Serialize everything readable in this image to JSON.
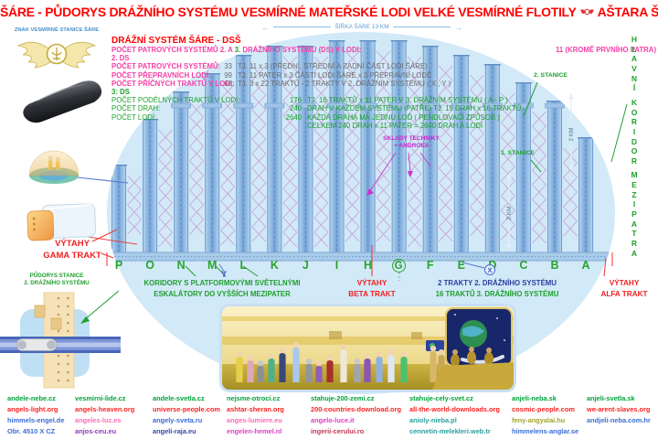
{
  "title": {
    "left": "ŠÁRE - PŮDORYS DRÁŽNÍHO SYSTÉMU VESMÍRNÉ MATEŘSKÉ LODI VELKÉ VESMÍRNÉ FLOTILY",
    "right": "AŠTARA ŠERANA"
  },
  "dimensions": {
    "width_label": "ŠÍŘKA ŠÁRE 13 KM"
  },
  "left_panel": {
    "znak_label": "ZNAK VESMÍRNÉ STANICE ŠÁRE",
    "vytahy_gama_1": "VÝTAHY",
    "vytahy_gama_2": "GAMA TRAKT",
    "pudorys_1": "PŮDORYS STANICE",
    "pudorys_2": "2. DRÁŽNÍHO SYSTÉMU"
  },
  "info": {
    "header": "DRÁŽNÍ SYSTÉM ŠÁRE - DSŠ",
    "line_systems": {
      "pre": "POČET PATROVÝCH SYSTÉMŮ 2. A ",
      "green": "3.",
      "post": " DRÁŽNÍHO SYSTÉMU (DS) V LODI:",
      "value": "11 (KROMĚ PRVNÍHO PATRA)"
    },
    "section2": "2. DS",
    "rows2": [
      {
        "label": "POČET PATROVÝCH SYSTÉMŮ:",
        "num": "33",
        "desc": "TJ. 11 x 3 (PŘEDNÍ, STŘEDNÍ A ZADNÍ ČÁST LODI ŠÁRE)"
      },
      {
        "label": "POČET PŘEPRAVNÍCH LODÍ:",
        "num": "99",
        "desc": "TJ. 11 PATER x 3 ČÁSTI LODI ŠÁRE x 3 PŘEPRAVNÍ LODĚ"
      },
      {
        "label": "POČET PŘÍČNÝCH TRAKTŮ V LODI:",
        "num": "66",
        "desc": "TJ. 3 x 22 TRAKTŮ - 2 TRAKTY V 2. DRÁŽNÍM SYSTÉMU ( X , Y )"
      }
    ],
    "section3": "3: DS",
    "rows3": [
      {
        "label": "POČET PODÉLNÝCH TRAKTŮ V LODI:",
        "num": "176",
        "desc": "TJ. 16 TRAKTŮ x 11 PATER V 3. DRÁŽNÍM SYSTÉMU ( A - P )"
      },
      {
        "label": "POČET DRAH:",
        "num": "240",
        "desc": "DRAH V KAŽDÉM SYSTÉMU (PATŘE) TJ. 15 DRAH x 16 TRAKTŮ."
      },
      {
        "label": "POČET LODÍ:",
        "num": "2640",
        "desc": "KAŽDÁ DRÁHA MÁ JEDNU LOĎ ( PENDLOVACÍ ZPŮSOB )"
      },
      {
        "label": "",
        "num": "",
        "desc": "CELKEM 240 DRAH x 11 PATER = 2640 DRAH A LODÍ"
      }
    ]
  },
  "diagram": {
    "letters": [
      "P",
      "O",
      "N",
      "M",
      "L",
      "K",
      "J",
      "I",
      "H",
      "G",
      "F",
      "E",
      "D",
      "C",
      "B",
      "A"
    ],
    "circled_letter": "G",
    "x_label": "X",
    "y_label": "Y",
    "stanice2": "2. STANICE",
    "stanice1": "1. STANICE",
    "km_upper": "2 KM",
    "km_lower": "2 KM",
    "sklady_1": "SKLADY TECHNIKY",
    "sklady_2": "+ ANDROIDI",
    "koridor_vertical": "HLAVNÍ KORIDOR MEZIPATRA"
  },
  "bottom_labels": {
    "koridory_1": "KORIDORY S PLATFORMOVÝMI SVĚTELNÝMI",
    "koridory_2": "ESKALÁTORY DO VYŠŠÍCH MEZIPATER",
    "beta_1": "VÝTAHY",
    "beta_2": "BETA TRAKT",
    "trakty_1": "2 TRAKTY 2. DRÁŽNÍHO SYSTÉMU",
    "trakty_2": "16 TRAKTŮ 3. DRÁŽNÍHO SYSTÉMU",
    "alfa_1": "VÝTAHY",
    "alfa_2": "ALFA TRAKT"
  },
  "footer": {
    "columns": [
      [
        {
          "t": "andele-nebe.cz",
          "c": "green"
        },
        {
          "t": "angels-light.org",
          "c": "red"
        },
        {
          "t": "himmels-engel.de",
          "c": "blue"
        },
        {
          "t": "Obr. 4510 X CZ",
          "c": "blue",
          "static": true
        }
      ],
      [
        {
          "t": "vesmirni-lide.cz",
          "c": "green"
        },
        {
          "t": "angels-heaven.org",
          "c": "red"
        },
        {
          "t": "angeles-luz.es",
          "c": "pink"
        },
        {
          "t": "anjos-ceu.eu",
          "c": "purple"
        }
      ],
      [
        {
          "t": "andele-svetla.cz",
          "c": "green"
        },
        {
          "t": "universe-people.com",
          "c": "red"
        },
        {
          "t": "angely-sveta.ru",
          "c": "blue"
        },
        {
          "t": "angeli-raja.eu",
          "c": "navy"
        }
      ],
      [
        {
          "t": "nejsme-otroci.cz",
          "c": "green"
        },
        {
          "t": "ashtar-sheran.org",
          "c": "red"
        },
        {
          "t": "anges-lumiere.eu",
          "c": "pink"
        },
        {
          "t": "engelen-hemel.nl",
          "c": "magenta"
        }
      ],
      [
        {
          "t": "stahuje-200-zemi.cz",
          "c": "green"
        },
        {
          "t": "200-countries-download.org",
          "c": "red"
        },
        {
          "t": "angelo-luce.it",
          "c": "magenta"
        },
        {
          "t": "ingerii-cerului.ro",
          "c": "darkred"
        }
      ],
      [
        {
          "t": "stahuje-cely-svet.cz",
          "c": "green"
        },
        {
          "t": "all-the-world-downloads.org",
          "c": "red"
        },
        {
          "t": "anioly-nieba.pl",
          "c": "teal"
        },
        {
          "t": "cennetin-melekleri.web.tr",
          "c": "teal"
        }
      ],
      [
        {
          "t": "anjeli-neba.sk",
          "c": "green"
        },
        {
          "t": "cosmic-people.com",
          "c": "red"
        },
        {
          "t": "feny-angyalai.hu",
          "c": "olive"
        },
        {
          "t": "himmelens-anglar.se",
          "c": "blue"
        }
      ],
      [
        {
          "t": "anjeli-svetla.sk",
          "c": "green"
        },
        {
          "t": "we-arent-slaves.org",
          "c": "red"
        },
        {
          "t": "andjeli-neba.com.hr",
          "c": "blue"
        }
      ]
    ]
  },
  "colors": {
    "title_red": "#ff0000",
    "pink_label": "#f43fa6",
    "green_label": "#1ea02c",
    "navy_label": "#2a3f9e",
    "red_label": "#ff2222",
    "magenta_label": "#cc22cc",
    "dome_fill": "#d2e9f8",
    "track_band": "#74a2d6",
    "escalator_zigzag": "#c795cb",
    "link_green": "#00a33a",
    "link_red": "#ff2020",
    "link_blue": "#3a6cd4"
  }
}
